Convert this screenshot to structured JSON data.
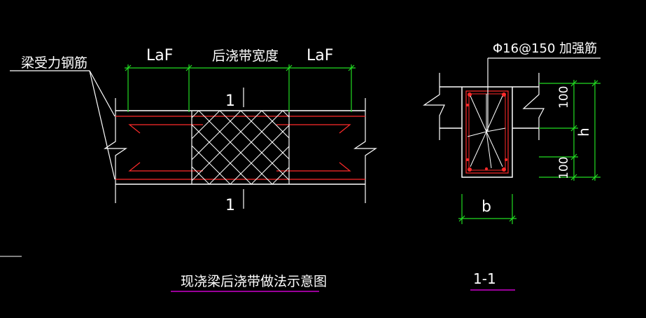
{
  "colors": {
    "background": "#000000",
    "outline": "#ffffff",
    "rebar": "#ff2a2a",
    "dimension": "#22dd22",
    "underline": "#cc00cc"
  },
  "left_view": {
    "rebar_label": "梁受力钢筋",
    "dim_left": "LaF",
    "dim_middle": "后浇带宽度",
    "dim_right": "LaF",
    "section_mark_top": "1",
    "section_mark_bottom": "1",
    "title": "现浇梁后浇带做法示意图"
  },
  "right_view": {
    "rebar_label": "Φ16@150 加强筋",
    "dim_top": "100",
    "dim_bottom": "100",
    "dim_height": "h",
    "dim_width": "b",
    "title": "1-1"
  }
}
